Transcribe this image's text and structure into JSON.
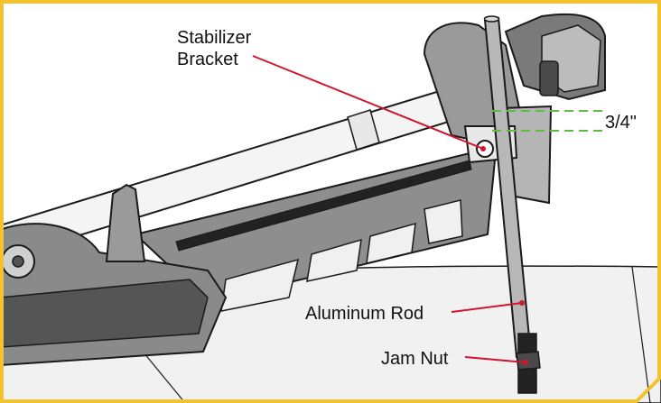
{
  "labels": {
    "stabilizer_line1": "Stabilizer",
    "stabilizer_line2": "Bracket",
    "dimension": "3/4\"",
    "aluminum_rod": "Aluminum Rod",
    "jam_nut": "Jam Nut"
  },
  "colors": {
    "frame": "#f2c230",
    "leader": "#d0152e",
    "dimension_dash": "#5cbf3a",
    "outline": "#1a1a1a",
    "metal_dark": "#3a3a3a",
    "metal_mid": "#8c8c8c",
    "metal_light": "#d9d9d9",
    "boat_deck": "#efefef"
  }
}
